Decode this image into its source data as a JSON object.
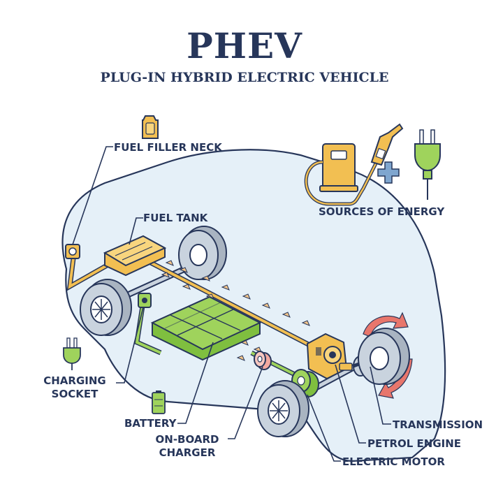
{
  "header": {
    "title": "PHEV",
    "subtitle": "PLUG-IN HYBRID ELECTRIC VEHICLE"
  },
  "labels": {
    "fuel_filler_neck": "FUEL FILLER NECK",
    "fuel_tank": "FUEL TANK",
    "sources_of_energy": "SOURCES OF ENERGY",
    "charging_socket_1": "CHARGING",
    "charging_socket_2": "SOCKET",
    "battery": "BATTERY",
    "onboard_charger_1": "ON-BOARD",
    "onboard_charger_2": "CHARGER",
    "transmission": "TRANSMISSION",
    "petrol_engine": "PETROL ENGINE",
    "electric_motor": "ELECTRIC MOTOR"
  },
  "colors": {
    "outline": "#27365a",
    "body_fill": "#dcebf6",
    "fuel": "#f2bf52",
    "battery": "#9fd35c",
    "wheel_gray": "#c9d3de",
    "motor": "#f3a9a0",
    "arrow": "#f3c58a",
    "rotation": "#e8766c"
  },
  "icons": [
    "fuel-can-icon",
    "fuel-pump-icon",
    "plus-icon",
    "plug-icon",
    "battery-icon"
  ]
}
